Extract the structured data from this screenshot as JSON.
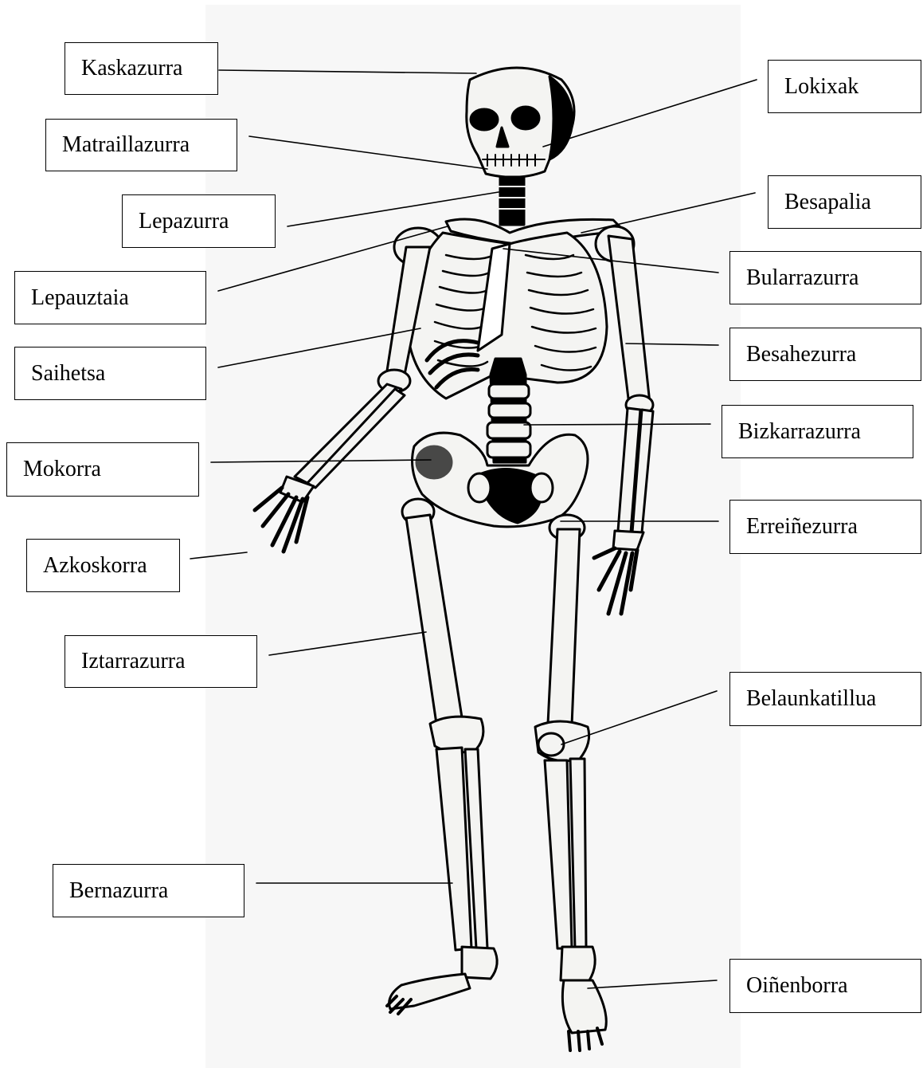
{
  "labels": {
    "kaskazurra": "Kaskazurra",
    "matraillazurra": "Matraillazurra",
    "lepazurra": "Lepazurra",
    "lepauztaia": "Lepauztaia",
    "saihetsa": "Saihetsa",
    "mokorra": "Mokorra",
    "azkoskorra": "Azkoskorra",
    "iztarrazurra": "Iztarrazurra",
    "bernazurra": "Bernazurra",
    "lokixak": "Lokixak",
    "besapalia": "Besapalia",
    "bularrazurra": "Bularrazurra",
    "besahezurra": "Besahezurra",
    "bizkarrazurra": "Bizkarrazurra",
    "erreinezurra": "Erreiñezurra",
    "belaunkatillua": "Belaunkatillua",
    "oinenborra": "Oiñenborra"
  },
  "colors": {
    "ink": "#000000",
    "bone": "#f4f4f2",
    "panel": "#f7f7f7"
  }
}
